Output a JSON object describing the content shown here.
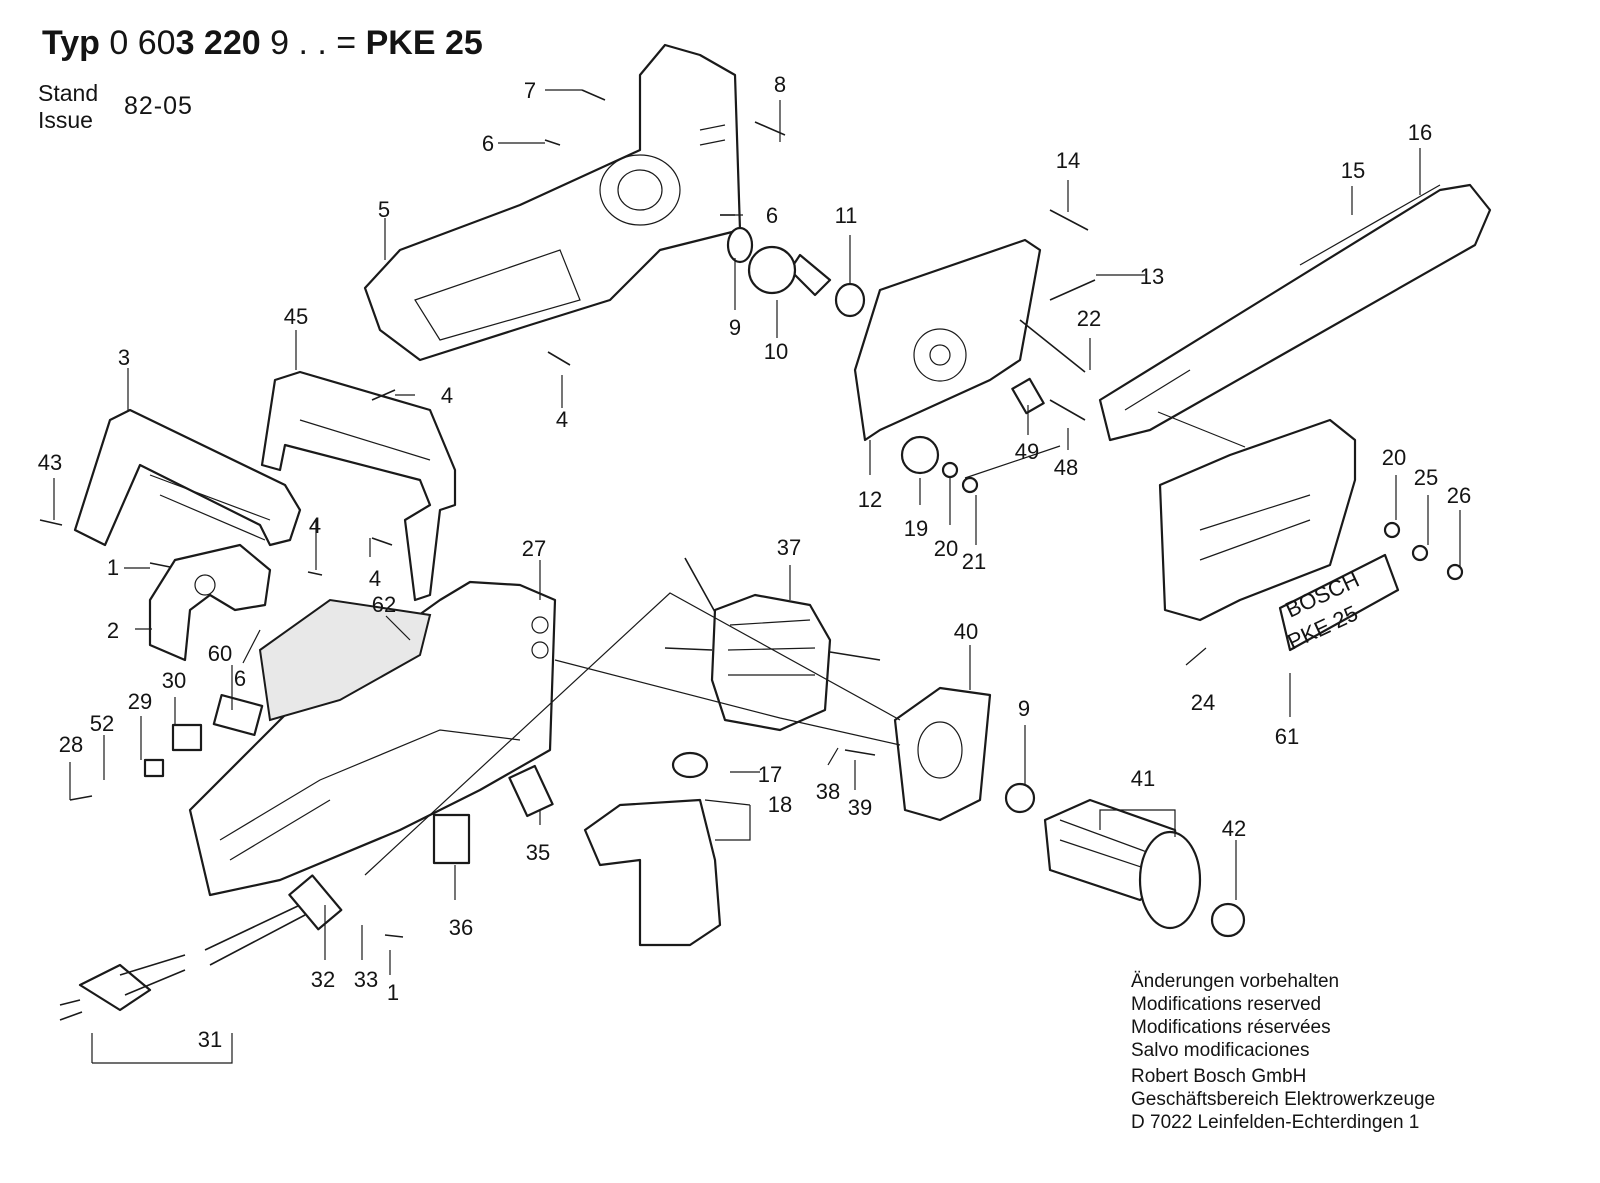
{
  "header": {
    "typ_label": "Typ",
    "typ_number_a": "0 60",
    "typ_number_b": "3 220",
    "typ_number_c": "9 . .",
    "equals": "=",
    "model": "PKE 25",
    "stand_label": "Stand",
    "issue_label": "Issue",
    "issue_date": "82-05"
  },
  "parts": [
    "1",
    "1",
    "2",
    "3",
    "4",
    "4",
    "4",
    "4",
    "5",
    "6",
    "6",
    "6",
    "7",
    "8",
    "9",
    "9",
    "10",
    "11",
    "12",
    "13",
    "14",
    "15",
    "16",
    "17",
    "18",
    "19",
    "20",
    "20",
    "21",
    "22",
    "24",
    "25",
    "26",
    "27",
    "28",
    "29",
    "30",
    "31",
    "32",
    "33",
    "35",
    "36",
    "37",
    "38",
    "39",
    "40",
    "41",
    "42",
    "43",
    "45",
    "48",
    "49",
    "52",
    "60",
    "61",
    "62"
  ],
  "decal": {
    "brand": "BOSCH",
    "model": "PKE 25"
  },
  "notes": {
    "de": "Änderungen vorbehalten",
    "en": "Modifications reserved",
    "fr": "Modifications réservées",
    "es": "Salvo modificaciones"
  },
  "company": {
    "name": "Robert Bosch GmbH",
    "division": "Geschäftsbereich Elektrowerkzeuge",
    "address": "D 7022 Leinfelden-Echterdingen 1"
  }
}
